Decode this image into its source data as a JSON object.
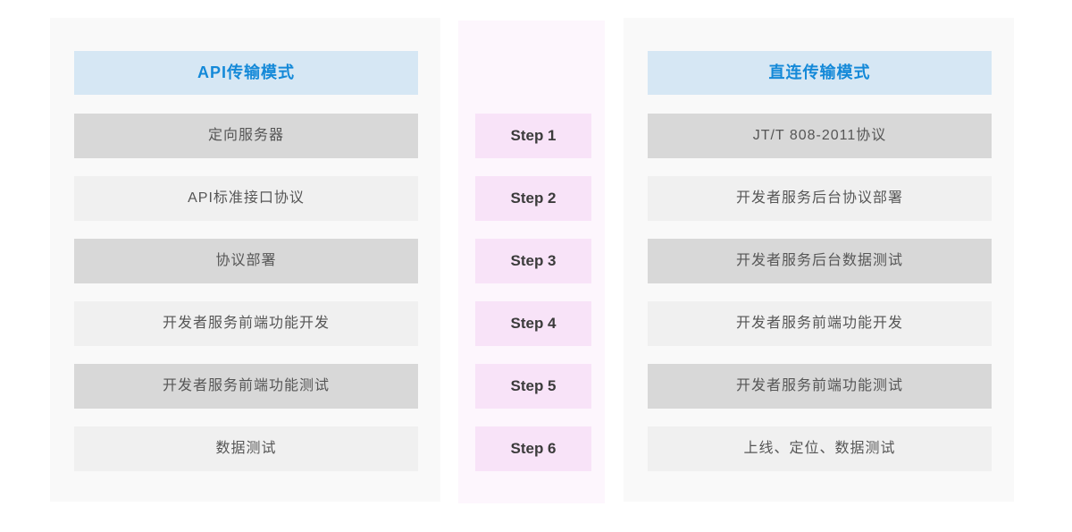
{
  "left_panel": {
    "title": "API传输模式",
    "rows": [
      "定向服务器",
      "API标准接口协议",
      "协议部署",
      "开发者服务前端功能开发",
      "开发者服务前端功能测试",
      "数据测试"
    ]
  },
  "steps_panel": {
    "steps": [
      "Step 1",
      "Step 2",
      "Step 3",
      "Step 4",
      "Step 5",
      "Step 6"
    ]
  },
  "right_panel": {
    "title": "直连传输模式",
    "rows": [
      "JT/T 808-2011协议",
      "开发者服务后台协议部署",
      "开发者服务后台数据测试",
      "开发者服务前端功能开发",
      "开发者服务前端功能测试",
      "上线、定位、数据测试"
    ]
  },
  "colors": {
    "page_bg": "#ffffff",
    "panel_bg": "#f9f9f9",
    "steps_panel_bg": "#fdf6fd",
    "header_bg": "#d6e7f4",
    "header_text": "#1489d8",
    "row_dark": "#d8d8d8",
    "row_light": "#f0f0f0",
    "row_text": "#565656",
    "step_bg": "#f8e3f8",
    "step_text": "#3b3b3b"
  }
}
